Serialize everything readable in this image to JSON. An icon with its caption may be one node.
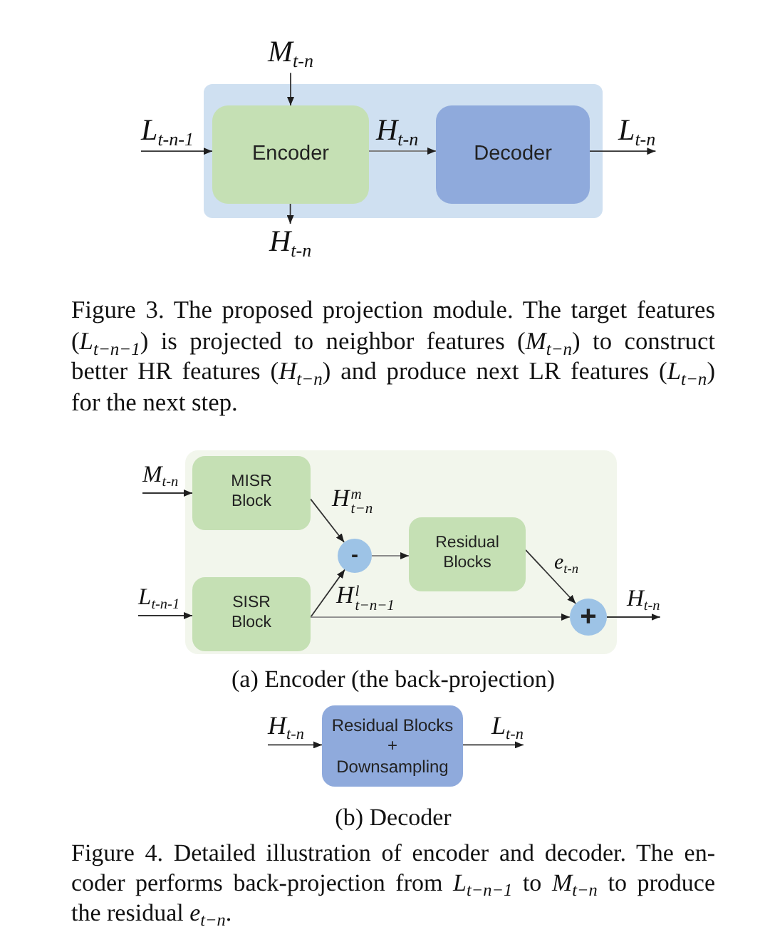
{
  "diagram": {
    "caption": "Figure 4. Detailed illustration of encoder and decoder. The en- coder performs back-projection from *L*$_{t−n−1}$ to *M*$_{t−n}$ to produce the residual *e*$_{t−n}$.",
    "nodes": [
      {
        "text": [
          "M$_{t-n}$"
        ]
      },
      {
        "text": [],
        "shape": "box"
      },
      {
        "text": [
          "L$_{t-n-1}$"
        ]
      },
      {
        "text": [
          "Encoder"
        ],
        "in": 1
      },
      {
        "text": [
          "Decoder"
        ],
        "in": 1
      },
      {
        "text": [
          "L$_{t-n}$"
        ]
      },
      {
        "text": [
          "H$_{t-n}$"
        ]
      },
      {
        "text": [],
        "shape": "box"
      },
      {
        "text": [
          "M$_{t-n}$"
        ]
      },
      {
        "text": [
          "MISR Block"
        ],
        "in": 7
      },
      {
        "text": [
          "-"
        ],
        "in": 7
      },
      {
        "text": [
          "Residual Blocks"
        ],
        "in": 7
      },
      {
        "text": [
          "L$_{t-n-1}$"
        ]
      },
      {
        "text": [
          "SISR Block"
        ],
        "in": 7
      },
      {
        "text": [
          "+"
        ],
        "in": 7
      },
      {
        "text": [
          "H$_{t-n}$"
        ]
      },
      {
        "text": [
          "H$_{t-n}$"
        ]
      },
      {
        "text": [
          "Residual Blocks + Downsampling"
        ]
      },
      {
        "text": [
          "L$_{t-n}$"
        ]
      }
    ],
    "edges": [
      {
        "from": 0,
        "to": 3,
        "arrow": "to"
      },
      {
        "from": 2,
        "to": 3,
        "arrow": "to"
      },
      {
        "from": 3,
        "to": 4,
        "arrow": "to",
        "label": "H$_{t-n}$",
        "color": "#7f7f7f"
      },
      {
        "from": 4,
        "to": 5,
        "arrow": "to"
      },
      {
        "from": 3,
        "to": 6,
        "arrow": "to"
      },
      {
        "from": 8,
        "to": 9,
        "arrow": "to"
      },
      {
        "from": 12,
        "to": 13,
        "arrow": "to"
      },
      {
        "from": 9,
        "to": 10,
        "arrow": "to",
        "label": "H$^{m}$$_{t−n}$"
      },
      {
        "from": 13,
        "to": 10,
        "arrow": "to"
      },
      {
        "from": 13,
        "to": 14,
        "arrow": "to",
        "label": "H$^{l}$$_{t−n−1}$",
        "color": "#8a8a8a"
      },
      {
        "from": 10,
        "to": 11,
        "arrow": "to",
        "color": "#8a8a8a"
      },
      {
        "from": 11,
        "to": 14,
        "arrow": "to",
        "label": "e$_{t-n}$"
      },
      {
        "from": 14,
        "to": 15,
        "arrow": "to"
      },
      {
        "from": 16,
        "to": 17,
        "arrow": "to"
      },
      {
        "from": 17,
        "to": 18,
        "arrow": "to"
      }
    ],
    "labels": [
      "Figure 3. The proposed projection module. The target features (*L*$_{t−n−1}$) is projected to neighbor features (*M*$_{t−n}$) to construct better HR features (*H*$_{t−n}$) and produce next LR features (*L*$_{t−n}$) for the next step.",
      "(a) Encoder (the back-projection)",
      "(b) Decoder"
    ]
  }
}
